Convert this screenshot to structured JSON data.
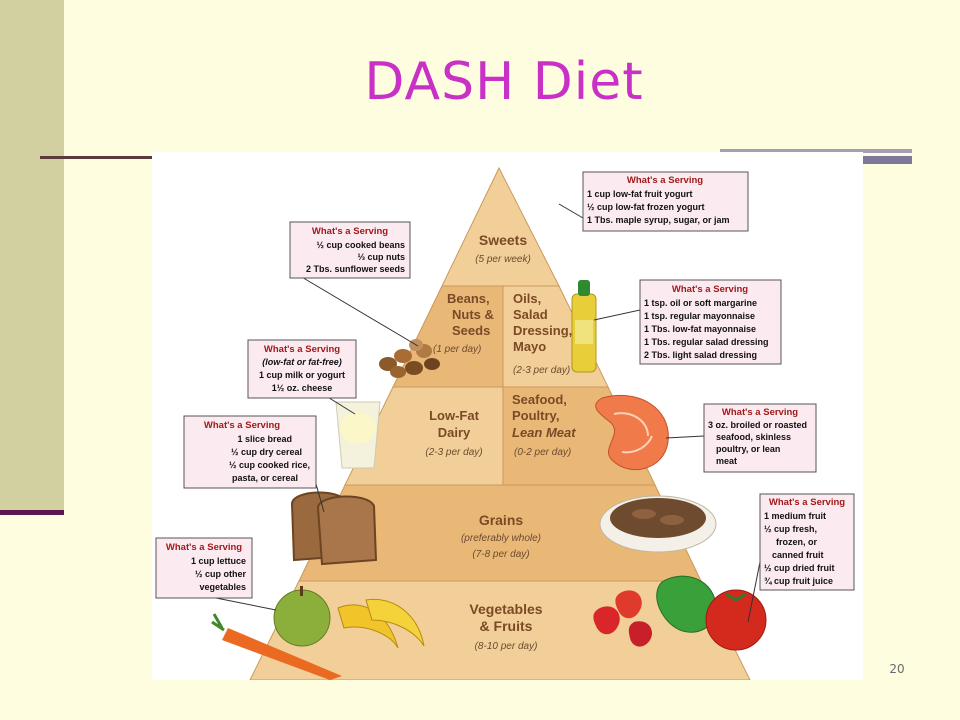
{
  "slide": {
    "title": "DASH Diet",
    "number": "20"
  },
  "pyramid": {
    "tiers": [
      {
        "name": [
          "Sweets"
        ],
        "note": "(5 per week)"
      },
      {
        "name": [
          "Beans,",
          "Nuts &",
          "Seeds"
        ],
        "note": "(1 per day)"
      },
      {
        "name": [
          "Oils,",
          "Salad",
          "Dressing,",
          "Mayo"
        ],
        "note": "(2-3 per day)"
      },
      {
        "name": [
          "Low-Fat",
          "Dairy"
        ],
        "note": "(2-3 per day)"
      },
      {
        "name": [
          "Seafood,",
          "Poultry,",
          "Lean Meat"
        ],
        "note": "(0-2 per day)"
      },
      {
        "name": [
          "Grains"
        ],
        "qualifier": "(preferably whole)",
        "note": "(7-8 per day)"
      },
      {
        "name": [
          "Vegetables",
          "& Fruits"
        ],
        "note": "(8-10 per day)"
      }
    ]
  },
  "serving_boxes": [
    {
      "heading": "What's a Serving",
      "lines": [
        "1 cup low-fat fruit yogurt",
        "½ cup low-fat frozen yogurt",
        "1 Tbs. maple syrup, sugar, or jam"
      ]
    },
    {
      "heading": "What's a Serving",
      "lines": [
        "½ cup cooked beans",
        "⅓ cup nuts",
        "2 Tbs. sunflower seeds"
      ]
    },
    {
      "heading": "What's a Serving",
      "lines": [
        "1 tsp. oil or soft margarine",
        "1 tsp. regular mayonnaise",
        "1 Tbs. low-fat mayonnaise",
        "1 Tbs. regular salad dressing",
        "2 Tbs. light salad dressing"
      ]
    },
    {
      "heading": "What's a Serving",
      "lines": [
        "(low-fat or fat-free)",
        "1 cup milk or yogurt",
        "1½ oz. cheese"
      ]
    },
    {
      "heading": "What's a Serving",
      "lines": [
        "3 oz. broiled or roasted",
        "seafood, skinless",
        "poultry, or lean",
        "meat"
      ]
    },
    {
      "heading": "What's a Serving",
      "lines": [
        "1 slice bread",
        "½ cup dry cereal",
        "½ cup cooked rice,",
        "pasta, or cereal"
      ]
    },
    {
      "heading": "What's a Serving",
      "lines": [
        "1 medium fruit",
        "½ cup fresh,",
        "frozen, or",
        "canned fruit",
        "½ cup dried fruit",
        "¾ cup fruit juice"
      ]
    },
    {
      "heading": "What's a Serving",
      "lines": [
        "1 cup lettuce",
        "½ cup other",
        "vegetables"
      ]
    }
  ],
  "colors": {
    "title": "#c930c6",
    "tier_light": "#f2cf98",
    "tier_mid": "#e9b877",
    "box_fill": "#fbeaef",
    "box_heading": "#a01a1a"
  },
  "icons": [
    "yogurt-glass-icon",
    "oil-bottle-icon",
    "nuts-icon",
    "milk-glass-icon",
    "salmon-steak-icon",
    "bread-slices-icon",
    "cereal-bowl-icon",
    "apple-icon",
    "carrot-icon",
    "banana-icon",
    "strawberries-icon",
    "pepper-icon",
    "tomato-icon"
  ]
}
